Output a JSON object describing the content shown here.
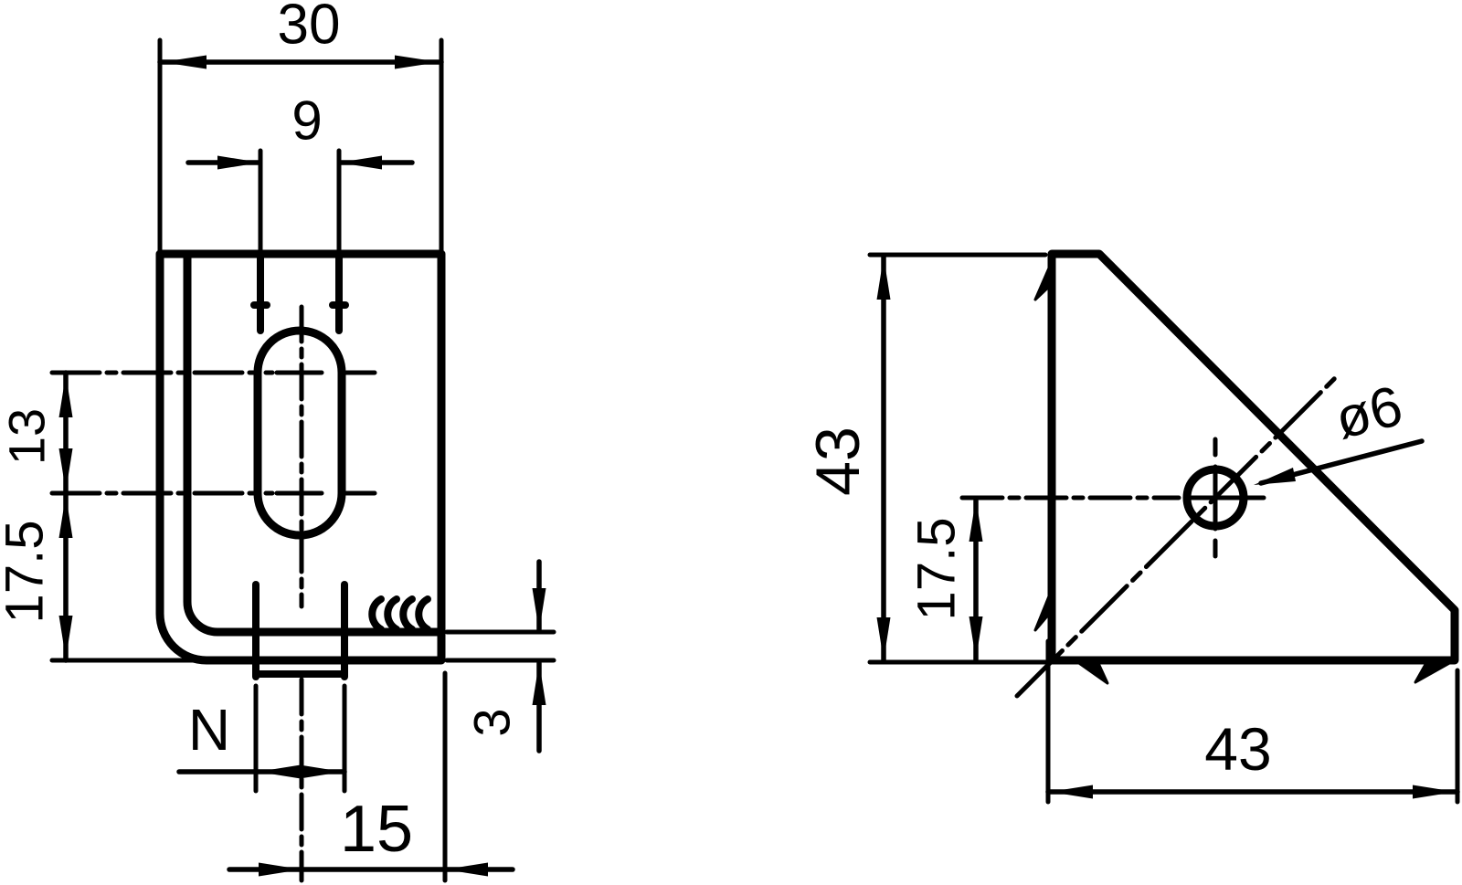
{
  "document": {
    "kind": "technical-drawing-angle-bracket",
    "paper_color": "#ffffff",
    "ink_color": "#000000"
  },
  "front_view": {
    "label_overall_width": "30",
    "label_slot_width": "9",
    "label_hole_spacing": "13",
    "label_hole_to_base": "17.5",
    "label_tab_nominal": "N",
    "label_center_to_edge": "15",
    "label_thickness": "3"
  },
  "side_view": {
    "label_overall_height": "43",
    "label_hole_height": "17.5",
    "label_hole_diameter": "ø6",
    "label_overall_depth": "43"
  }
}
